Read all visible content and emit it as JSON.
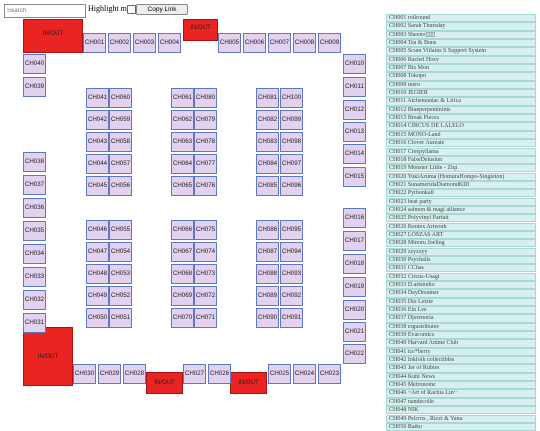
{
  "toolbar": {
    "search_placeholder": "Search",
    "highlight_label": "Highlight mode",
    "copy_link_label": "Copy Link"
  },
  "entrances": [
    "IN/OUT",
    "IN/OUT",
    "IN/OUT",
    "IN/OUT",
    "IN/OUT"
  ],
  "booths": {
    "top_row": [
      "CH001",
      "CH002",
      "CH003",
      "CH004",
      "CH005",
      "CH006",
      "CH007",
      "CH008",
      "CH009"
    ],
    "left_column_upper": [
      "CH040",
      "CH039"
    ],
    "left_column_lower": [
      "CH038",
      "CH037",
      "CH036",
      "CH035",
      "CH034",
      "CH033",
      "CH032",
      "CH031"
    ],
    "right_column_upper": [
      "CH010",
      "CH011",
      "CH012",
      "CH013",
      "CH014",
      "CH015"
    ],
    "right_column_lower": [
      "CH016",
      "CH017",
      "CH018",
      "CH019",
      "CH020",
      "CH021",
      "CH022"
    ],
    "bottom_row": [
      "CH030",
      "CH029",
      "CH028",
      "CH027",
      "CH026",
      "CH025",
      "CH024",
      "CH023"
    ],
    "block_a_upper": [
      [
        "CH041",
        "CH060"
      ],
      [
        "CH042",
        "CH059"
      ],
      [
        "CH043",
        "CH058"
      ],
      [
        "CH044",
        "CH057"
      ],
      [
        "CH045",
        "CH056"
      ]
    ],
    "block_a_lower": [
      [
        "CH046",
        "CH055"
      ],
      [
        "CH047",
        "CH054"
      ],
      [
        "CH048",
        "CH053"
      ],
      [
        "CH049",
        "CH052"
      ],
      [
        "CH050",
        "CH051"
      ]
    ],
    "block_b_upper": [
      [
        "CH061",
        "CH080"
      ],
      [
        "CH062",
        "CH079"
      ],
      [
        "CH063",
        "CH078"
      ],
      [
        "CH064",
        "CH077"
      ],
      [
        "CH065",
        "CH076"
      ]
    ],
    "block_b_lower": [
      [
        "CH066",
        "CH075"
      ],
      [
        "CH067",
        "CH074"
      ],
      [
        "CH068",
        "CH073"
      ],
      [
        "CH069",
        "CH072"
      ],
      [
        "CH070",
        "CH071"
      ]
    ],
    "block_c_upper": [
      [
        "CH081",
        "CH100"
      ],
      [
        "CH082",
        "CH099"
      ],
      [
        "CH083",
        "CH098"
      ],
      [
        "CH084",
        "CH097"
      ],
      [
        "CH085",
        "CH096"
      ]
    ],
    "block_c_lower": [
      [
        "CH086",
        "CH095"
      ],
      [
        "CH087",
        "CH094"
      ],
      [
        "CH088",
        "CH093"
      ],
      [
        "CH089",
        "CH092"
      ],
      [
        "CH090",
        "CH091"
      ]
    ]
  },
  "booth_list": [
    "CH001 rollround",
    "CH002 Sarah Thursday",
    "CH003 Sheeno▯▯▯",
    "CH004 Tea & Buns",
    "CH005 Scum Villains S Support System",
    "CH006 Rachel Hoey",
    "CH007 Biz Mon",
    "CH008 Tokopo",
    "CH009 mero",
    "CH010 JEGIER",
    "CH011 Alchemaniac & Lirica",
    "CH012 Blueperpentmints",
    "CH013 Break Pieces",
    "CH014 CIRCUS DE LALELO",
    "CH015 MONO-Land",
    "CH016 Clover Aureate",
    "CH017 Creepyllama",
    "CH018 FalseDelusion",
    "CH019 Monster Little - Ziqi",
    "CH020 YukiAzuma (HomuraHompo-Singleton)",
    "CH021 SunameridaDiamondKID",
    "CH022 Pythonkall",
    "CH023 beat party",
    "CH024 salmon & magi alliance",
    "CH025 Polyvinyl Parfait",
    "CH026 Kentex Artwork",
    "CH027 LOSZAS ART",
    "CH028 Minoru Joeling",
    "CH029 zzyzzyy",
    "CH030 Psychalis",
    "CH031 CChas",
    "CH032 Circus-Usagi",
    "CH033 D.artstudio",
    "CH034 DayDreamer",
    "CH035 Die Letzte",
    "CH036 Ein Lee",
    "CH037 Djerenoria",
    "CH038 ergustributee",
    "CH039 Evacomics",
    "CH040 Harvard Anime Club",
    "CH041 ice*berry",
    "CH042 Inkfolk collectibles",
    "CH043 Jar of Rubies",
    "CH044 Kuhl News",
    "CH045 Metronome",
    "CH046 ~Art of Rachia Lin~",
    "CH047 nandecolle",
    "CH048 NIK",
    "CH049 Pelcros , Rizzi & Yana",
    "CH050 Raiko"
  ]
}
